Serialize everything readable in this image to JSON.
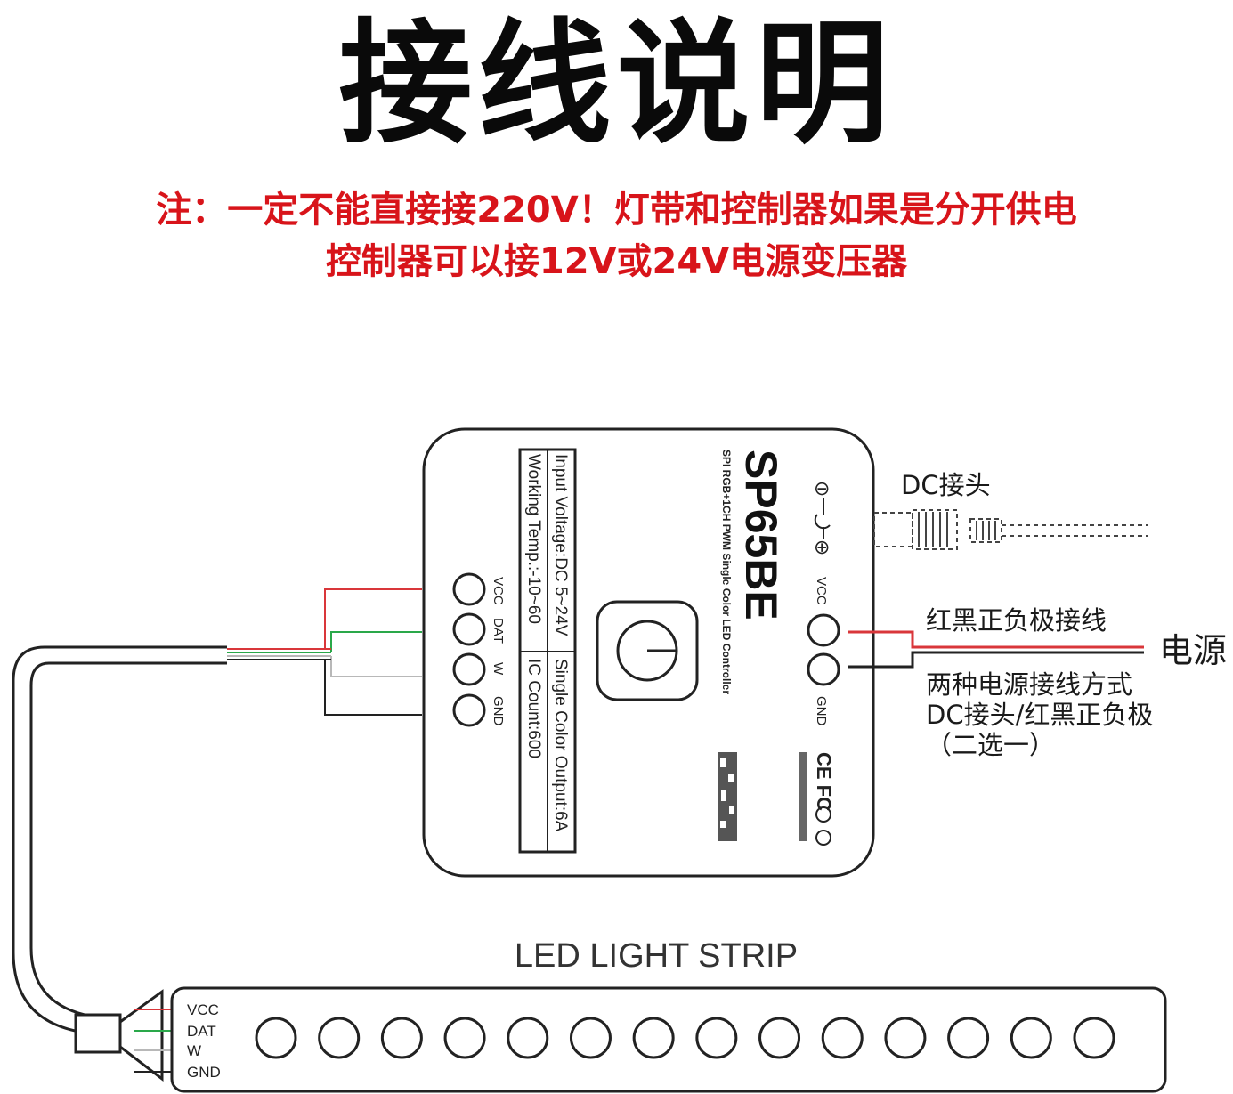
{
  "title": "接线说明",
  "warning": {
    "line1": "注：一定不能直接接220V！灯带和控制器如果是分开供电",
    "line2": "控制器可以接12V或24V电源变压器"
  },
  "controller": {
    "model": "SP65BE",
    "subtitle": "SPI RGB+1CH PWM Single Color LED Controller",
    "spec_input_voltage": "Input Voltage:DC 5~24V",
    "spec_working_temp": "Working Temp.:-10~60",
    "spec_output": "Single Color Output:6A",
    "spec_ic_count": "IC Count:600",
    "left_terminals": [
      "VCC",
      "DAT",
      "W",
      "GND"
    ],
    "right_terminals": [
      "VCC",
      "GND"
    ],
    "dc_minus": "⊖",
    "dc_plus": "⊕",
    "cert_marks": "CE FC"
  },
  "labels": {
    "dc_connector": "DC接头",
    "red_black_wiring": "红黑正负极接线",
    "power_supply": "电源",
    "two_methods_l1": "两种电源接线方式",
    "two_methods_l2": "DC接头/红黑正负极",
    "two_methods_l3": "（二选一）",
    "led_strip": "LED LIGHT STRIP"
  },
  "strip": {
    "pins": [
      "VCC",
      "DAT",
      "W",
      "GND"
    ],
    "led_count": 14
  },
  "colors": {
    "warning_red": "#d8141a",
    "wire_red": "#d9363a",
    "wire_green": "#2aa84a",
    "wire_gray": "#b8b8b8",
    "wire_black": "#222222"
  }
}
